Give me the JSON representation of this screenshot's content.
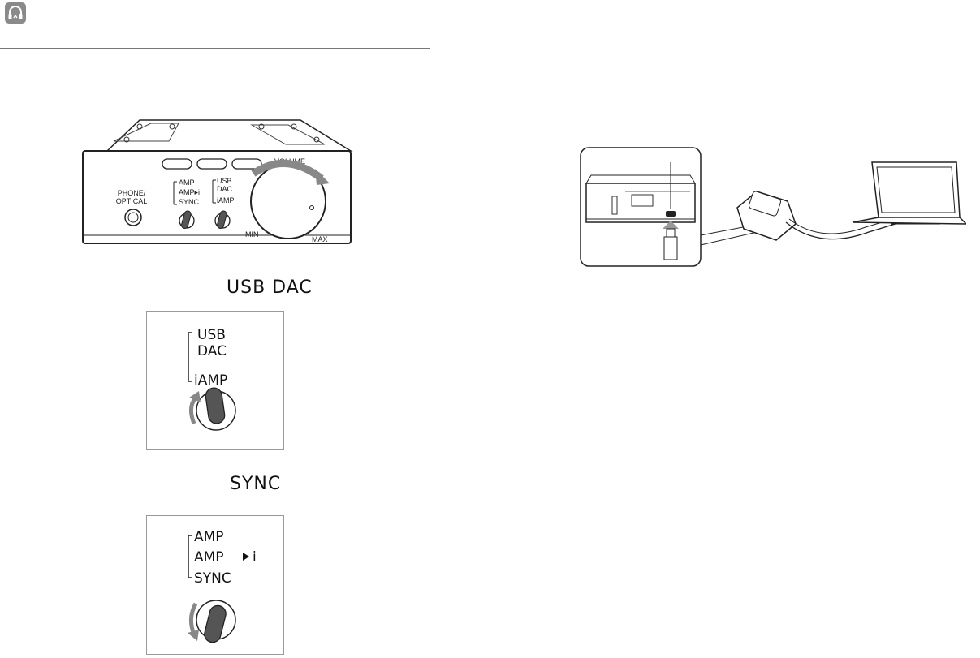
{
  "header": {
    "icon": "headphones-icon"
  },
  "front_panel": {
    "input_label": "PHONE/\nOPTICAL",
    "mode_left": [
      "AMP",
      "AMP▸i",
      "SYNC"
    ],
    "mode_right": [
      "USB",
      "DAC",
      "iAMP"
    ],
    "volume_label": "VOLUME",
    "min_label": "MIN",
    "max_label": "MAX"
  },
  "sections": [
    {
      "heading": "USB DAC",
      "switch_labels": [
        "USB",
        "DAC",
        "iAMP"
      ]
    },
    {
      "heading": "SYNC",
      "switch_labels": [
        "AMP",
        "AMP",
        "SYNC"
      ]
    }
  ],
  "colors": {
    "rule": "#777777",
    "switch": "#555555",
    "arrow": "#888888"
  }
}
